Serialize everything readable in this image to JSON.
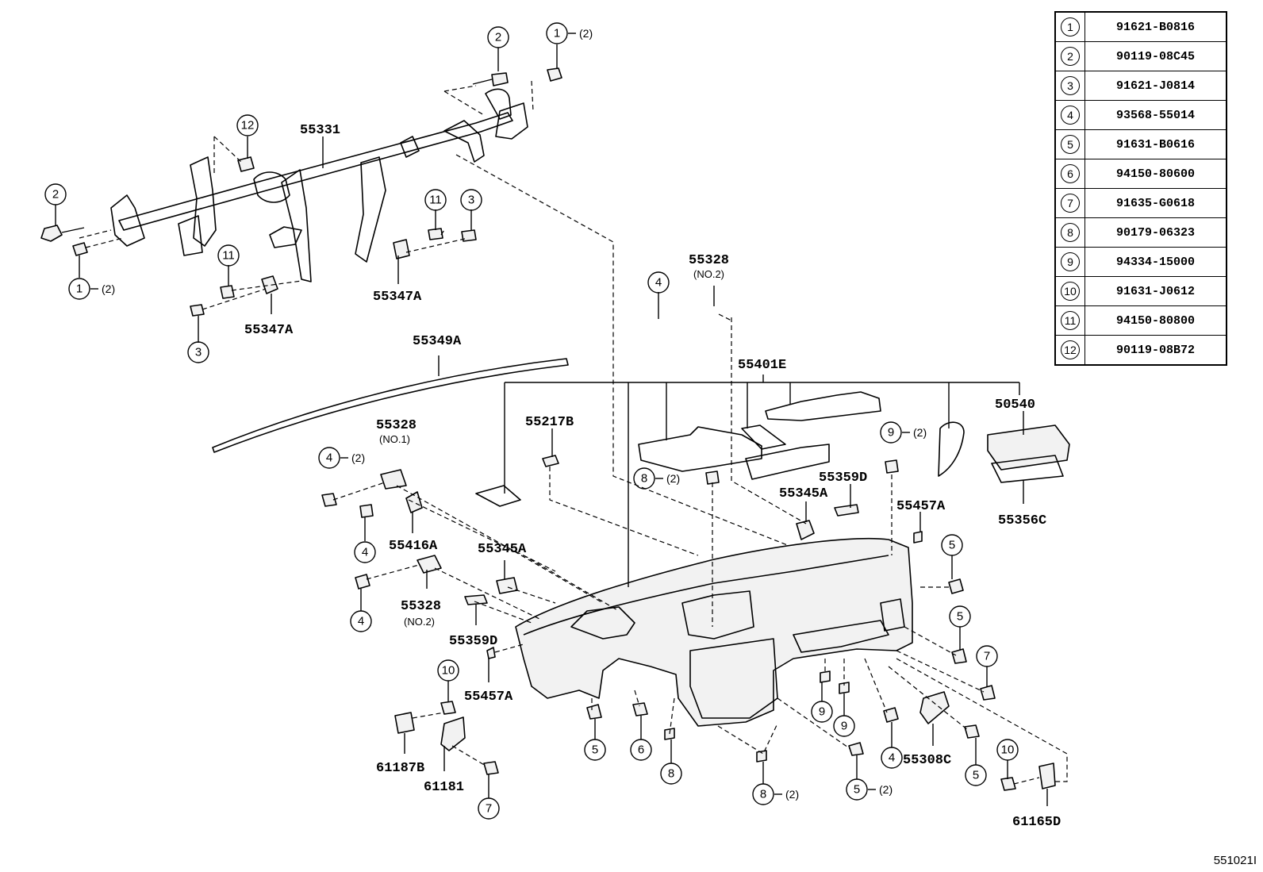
{
  "diagram": {
    "part_labels": [
      "55331",
      "55347A",
      "55347A",
      "55349A",
      "55328",
      "(NO.2)",
      "55401E",
      "50540",
      "55356C",
      "55217B",
      "55328",
      "(NO.1)",
      "55359D",
      "55345A",
      "55457A",
      "55416A",
      "55345A",
      "55328",
      "(NO.2)",
      "55359D",
      "55457A",
      "55308C",
      "61187B",
      "61181",
      "61165D"
    ],
    "callouts": [
      "1",
      "2",
      "2",
      "12",
      "1",
      "11",
      "3",
      "11",
      "3",
      "4",
      "4",
      "4",
      "4",
      "8",
      "9",
      "5",
      "5",
      "7",
      "10",
      "5",
      "6",
      "8",
      "8",
      "9",
      "9",
      "5",
      "4",
      "5",
      "10",
      "7"
    ],
    "qty_notes": [
      "(2)",
      "(2)",
      "(2)",
      "(2)",
      "(2)",
      "(2)",
      "(2)"
    ]
  },
  "ref_table": [
    {
      "key": "1",
      "part": "91621-B0816"
    },
    {
      "key": "2",
      "part": "90119-08C45"
    },
    {
      "key": "3",
      "part": "91621-J0814"
    },
    {
      "key": "4",
      "part": "93568-55014"
    },
    {
      "key": "5",
      "part": "91631-B0616"
    },
    {
      "key": "6",
      "part": "94150-80600"
    },
    {
      "key": "7",
      "part": "91635-G0618"
    },
    {
      "key": "8",
      "part": "90179-06323"
    },
    {
      "key": "9",
      "part": "94334-15000"
    },
    {
      "key": "10",
      "part": "91631-J0612"
    },
    {
      "key": "11",
      "part": "94150-80800"
    },
    {
      "key": "12",
      "part": "90119-08B72"
    }
  ],
  "drawing_code": "551021I"
}
